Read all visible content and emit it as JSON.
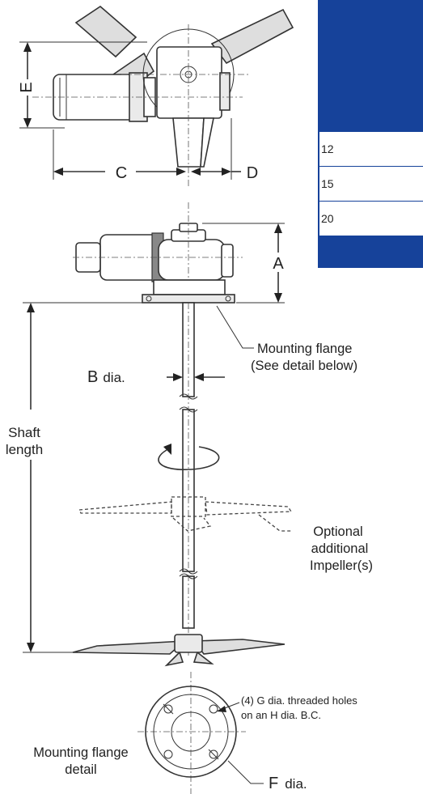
{
  "dimensions": {
    "E": "E",
    "C": "C",
    "D": "D",
    "A": "A",
    "B": "B",
    "B_suffix": "dia.",
    "shaft_1": "Shaft",
    "shaft_2": "length",
    "F": "F",
    "F_suffix": "dia."
  },
  "callouts": {
    "flange_1": "Mounting flange",
    "flange_2": "(See detail below)",
    "impeller_1": "Optional",
    "impeller_2": "additional",
    "impeller_3": "Impeller(s)",
    "holes_1": "(4) G dia. threaded holes",
    "holes_2": "on an H dia. B.C.",
    "detail_1": "Mounting flange",
    "detail_2": "detail"
  },
  "table": {
    "rows": [
      "12",
      "15",
      "20"
    ]
  }
}
